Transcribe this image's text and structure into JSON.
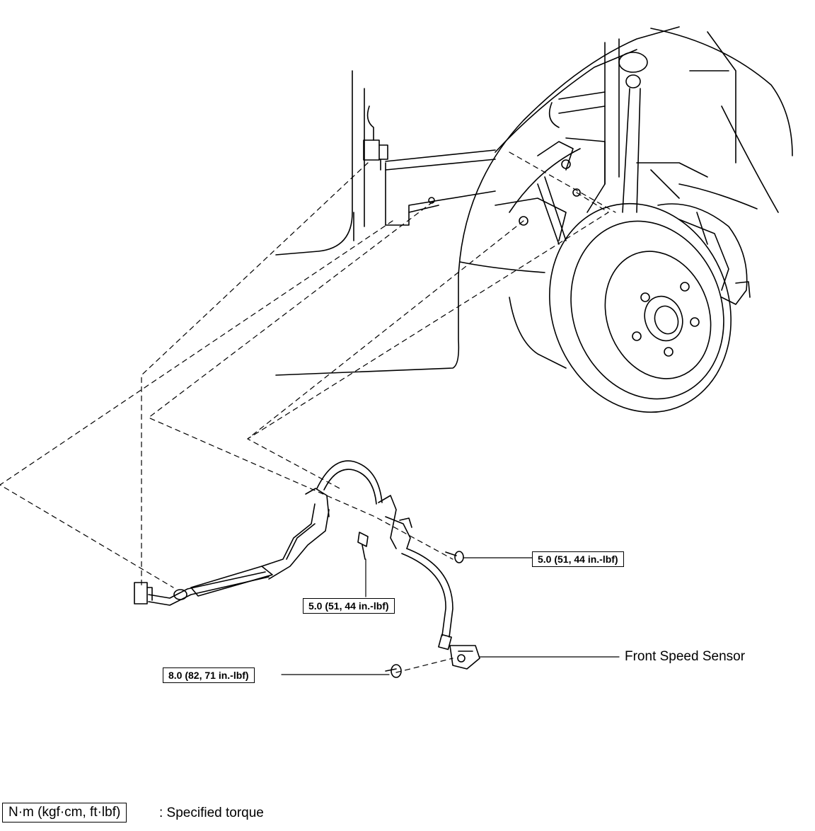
{
  "diagram": {
    "components": {
      "front_speed_sensor": "Front Speed Sensor"
    },
    "torque_specs": {
      "upper_right_bolt": "5.0 (51, 44 in.-lbf)",
      "center_bolt": "5.0 (51, 44 in.-lbf)",
      "sensor_bolt": "8.0 (82, 71 in.-lbf)"
    },
    "legend": {
      "unit_box": "N·m (kgf·cm, ft·lbf)",
      "description": ": Specified torque"
    }
  }
}
